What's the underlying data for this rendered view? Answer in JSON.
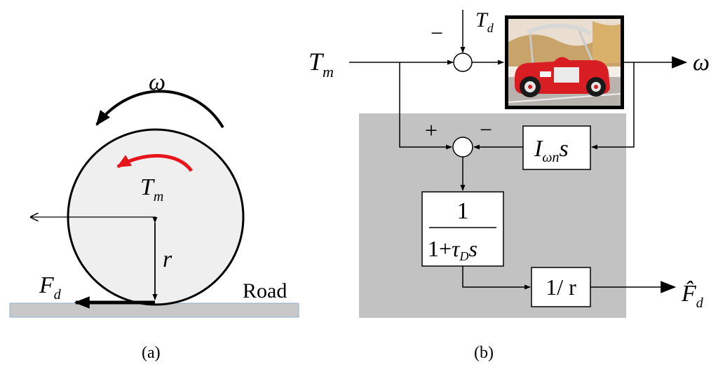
{
  "panel_a": {
    "omega": "ω",
    "torque": "T",
    "torque_sub": "m",
    "radius": "r",
    "force": "F",
    "force_sub": "d",
    "road": "Road",
    "caption": "(a)"
  },
  "panel_b": {
    "input": "T",
    "input_sub": "m",
    "disturbance": "T",
    "disturbance_sub": "d",
    "minus_top": "−",
    "plus": "+",
    "minus": "−",
    "output": "ω",
    "inertia": "I",
    "inertia_sub": "ωn",
    "inertia_s": "s",
    "filter_num": "1",
    "filter_den_a": "1+",
    "filter_den_tau": "τ",
    "filter_den_sub": "D",
    "filter_den_s": "s",
    "gain": "1/ r",
    "estimate": "F̂",
    "estimate_sub": "d",
    "caption": "(b)"
  },
  "colors": {
    "wheel_fill": "#efefef",
    "road_fill": "#c8c8c8",
    "road_stroke": "#8fb2d0",
    "observer_bg": "#c2c2c2",
    "torque_arrow": "#e8141b",
    "car_body": "#d81e22"
  }
}
